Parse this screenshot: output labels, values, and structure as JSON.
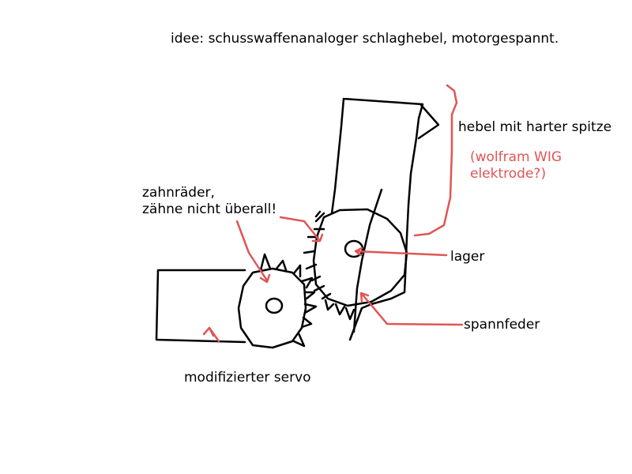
{
  "title": "idee: schusswaffenanaloger schlaghebel, motorgespannt.",
  "labels": {
    "hebel": "hebel mit harter spitze",
    "wolfram_line1": "(wolfram WIG",
    "wolfram_line2": "elektrode?)",
    "zahnraeder_line1": "zahnräder,",
    "zahnraeder_line2": "zähne nicht überall!",
    "lager": "lager",
    "spannfeder": "spannfeder",
    "servo": "modifizierter servo"
  },
  "colors": {
    "ink": "#000000",
    "annotation": "#e05555",
    "background": "#ffffff"
  }
}
